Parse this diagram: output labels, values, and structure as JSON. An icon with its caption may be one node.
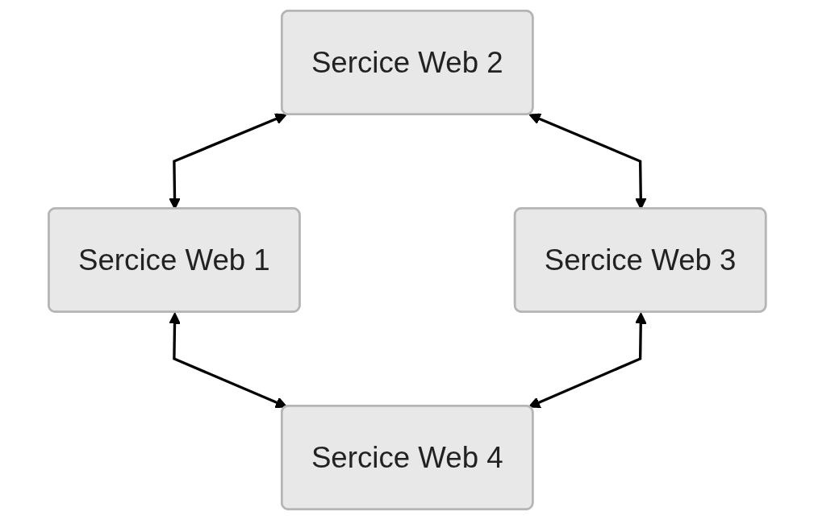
{
  "diagram": {
    "nodes": [
      {
        "text": [
          "Sercice Web 1"
        ]
      },
      {
        "text": [
          "Sercice Web 2"
        ]
      },
      {
        "text": [
          "Sercice Web 3"
        ]
      },
      {
        "text": [
          "Sercice Web 4"
        ]
      }
    ],
    "edges": [
      {
        "from": 1,
        "to": 0,
        "arrow": "both"
      },
      {
        "from": 0,
        "to": 3,
        "arrow": "both"
      },
      {
        "from": 1,
        "to": 2,
        "arrow": "both"
      },
      {
        "from": 2,
        "to": 3,
        "arrow": "both"
      }
    ]
  }
}
